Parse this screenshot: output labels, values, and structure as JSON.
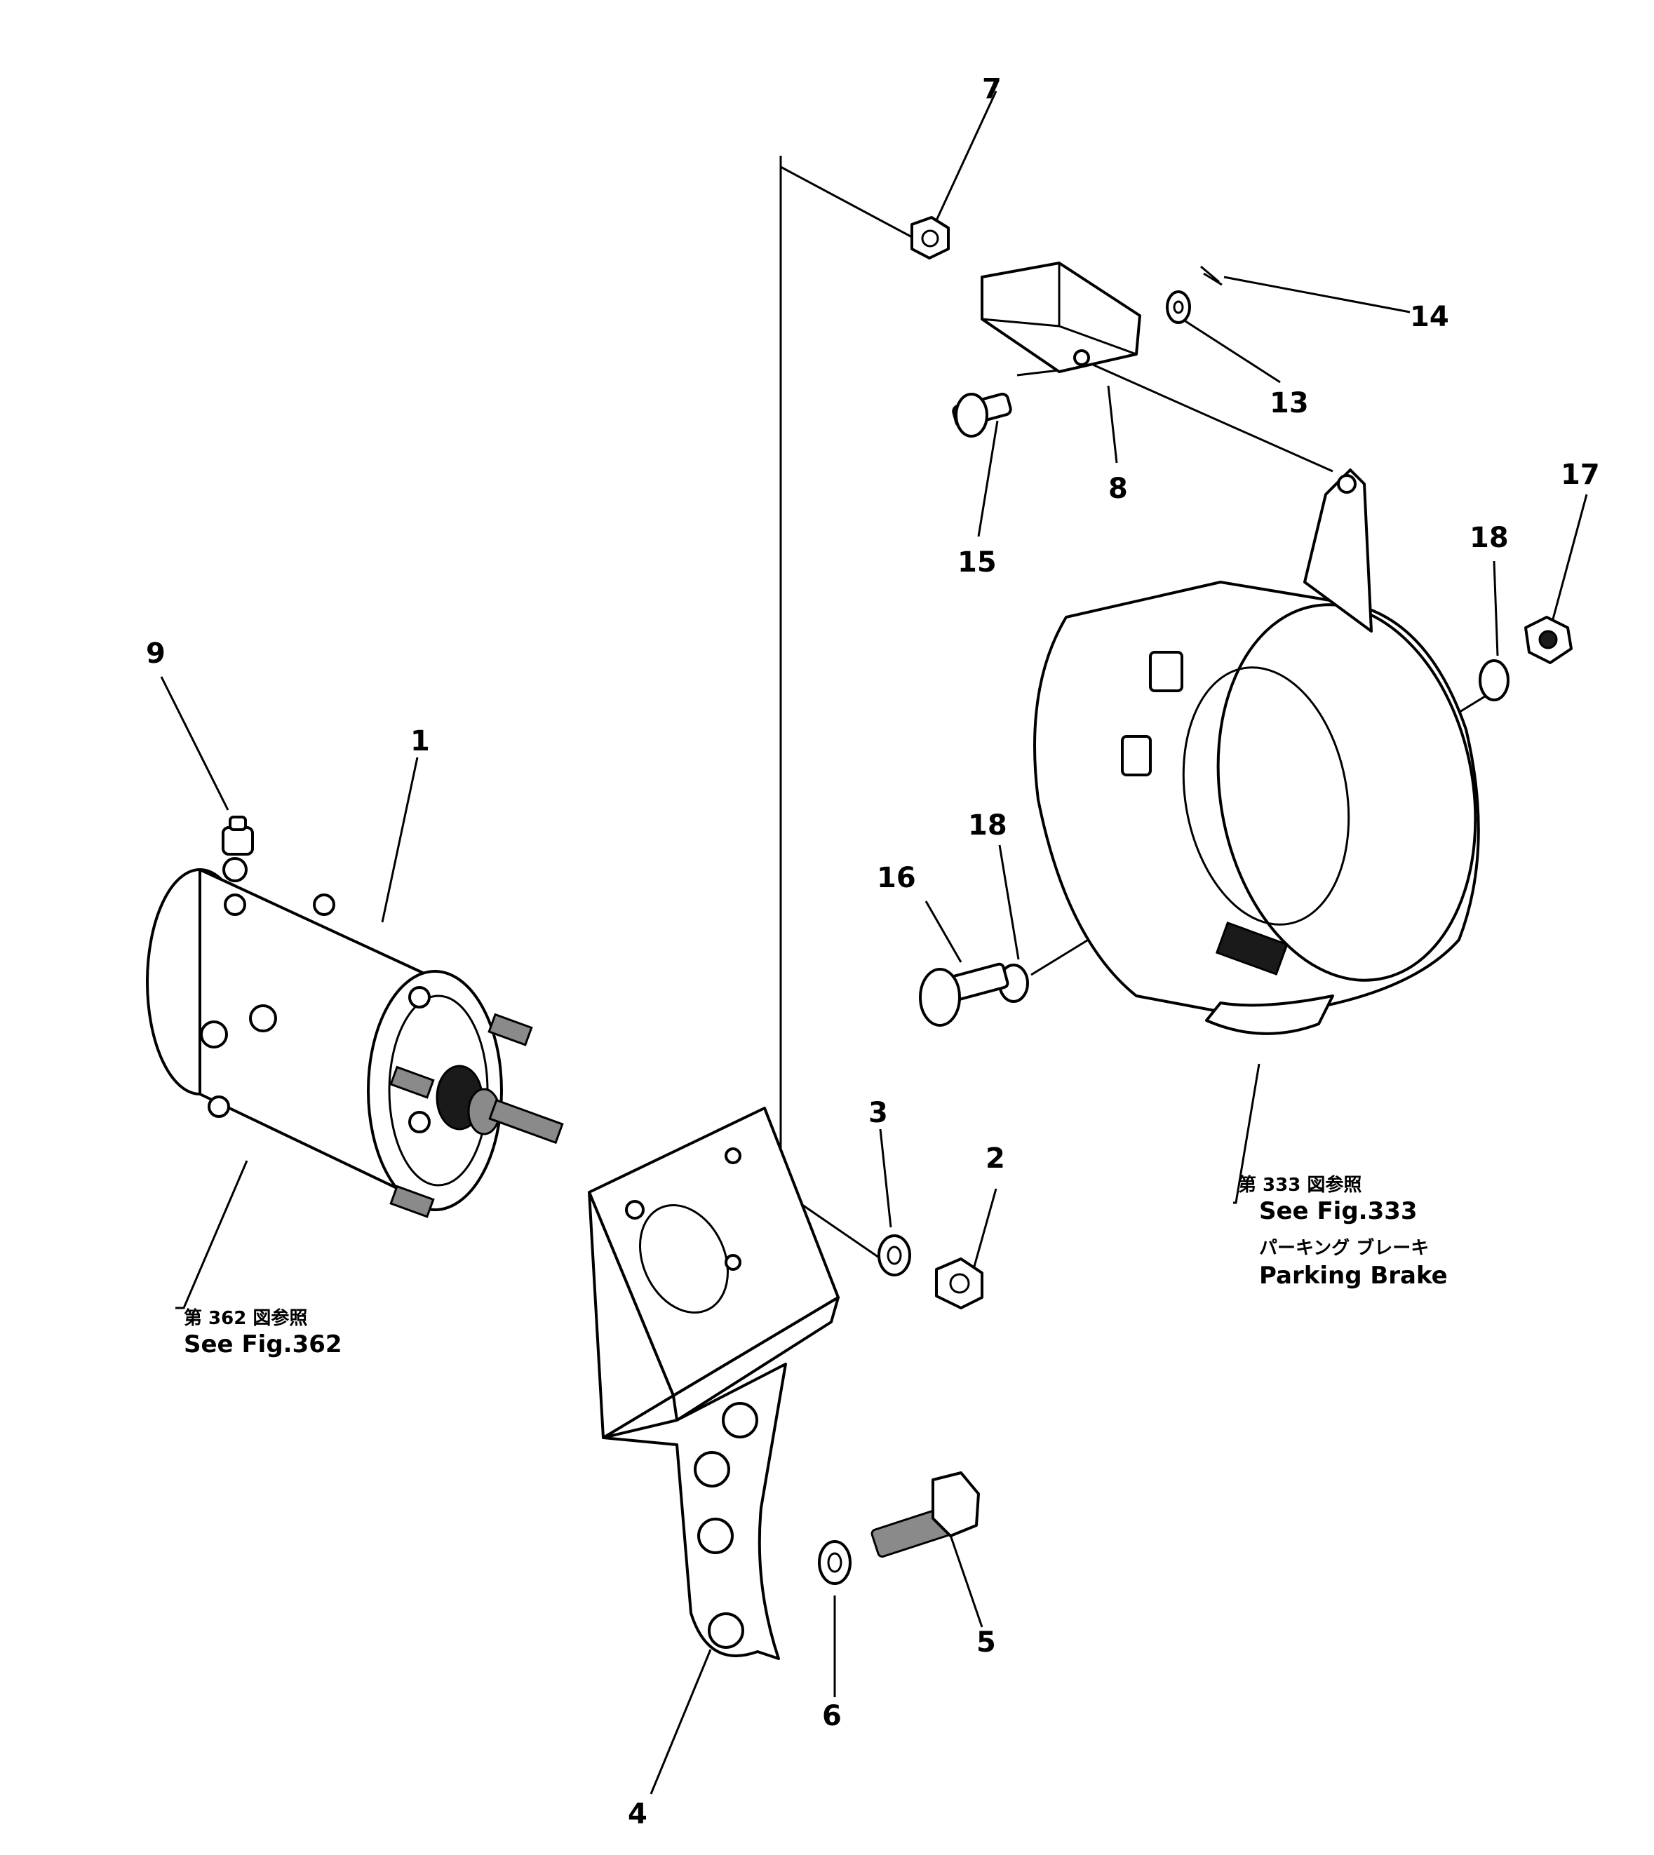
{
  "callouts": [
    {
      "id": "1",
      "text": "1"
    },
    {
      "id": "2",
      "text": "2"
    },
    {
      "id": "3",
      "text": "3"
    },
    {
      "id": "4",
      "text": "4"
    },
    {
      "id": "5",
      "text": "5"
    },
    {
      "id": "6",
      "text": "6"
    },
    {
      "id": "7",
      "text": "7"
    },
    {
      "id": "8",
      "text": "8"
    },
    {
      "id": "9",
      "text": "9"
    },
    {
      "id": "13",
      "text": "13"
    },
    {
      "id": "14",
      "text": "14"
    },
    {
      "id": "15",
      "text": "15"
    },
    {
      "id": "16",
      "text": "16"
    },
    {
      "id": "17",
      "text": "17"
    },
    {
      "id": "18a",
      "text": "18"
    },
    {
      "id": "18b",
      "text": "18"
    }
  ],
  "references": {
    "motor": {
      "jp": "第 362 図参照",
      "en": "See  Fig.362"
    },
    "brake": {
      "jp": "第 333 図参照",
      "en": "See  Fig.333",
      "jp_name": "パーキング  ブレーキ",
      "en_name": "Parking Brake"
    }
  }
}
